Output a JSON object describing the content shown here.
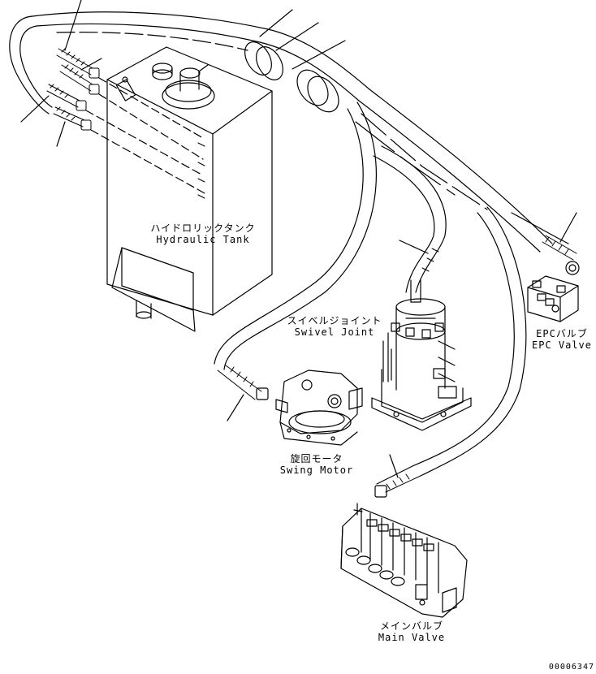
{
  "labels": {
    "hydraulic_tank_jp": "ハイドロリックタンク",
    "hydraulic_tank_en": "Hydraulic Tank",
    "swivel_joint_jp": "スイベルジョイント",
    "swivel_joint_en": "Swivel Joint",
    "epc_valve_jp": "EPCバルブ",
    "epc_valve_en": "EPC Valve",
    "swing_motor_jp": "旋回モータ",
    "swing_motor_en": "Swing Motor",
    "main_valve_jp": "メインバルブ",
    "main_valve_en": "Main Valve"
  },
  "document_number": "00006347",
  "colors": {
    "line": "#000000",
    "background": "#ffffff"
  }
}
